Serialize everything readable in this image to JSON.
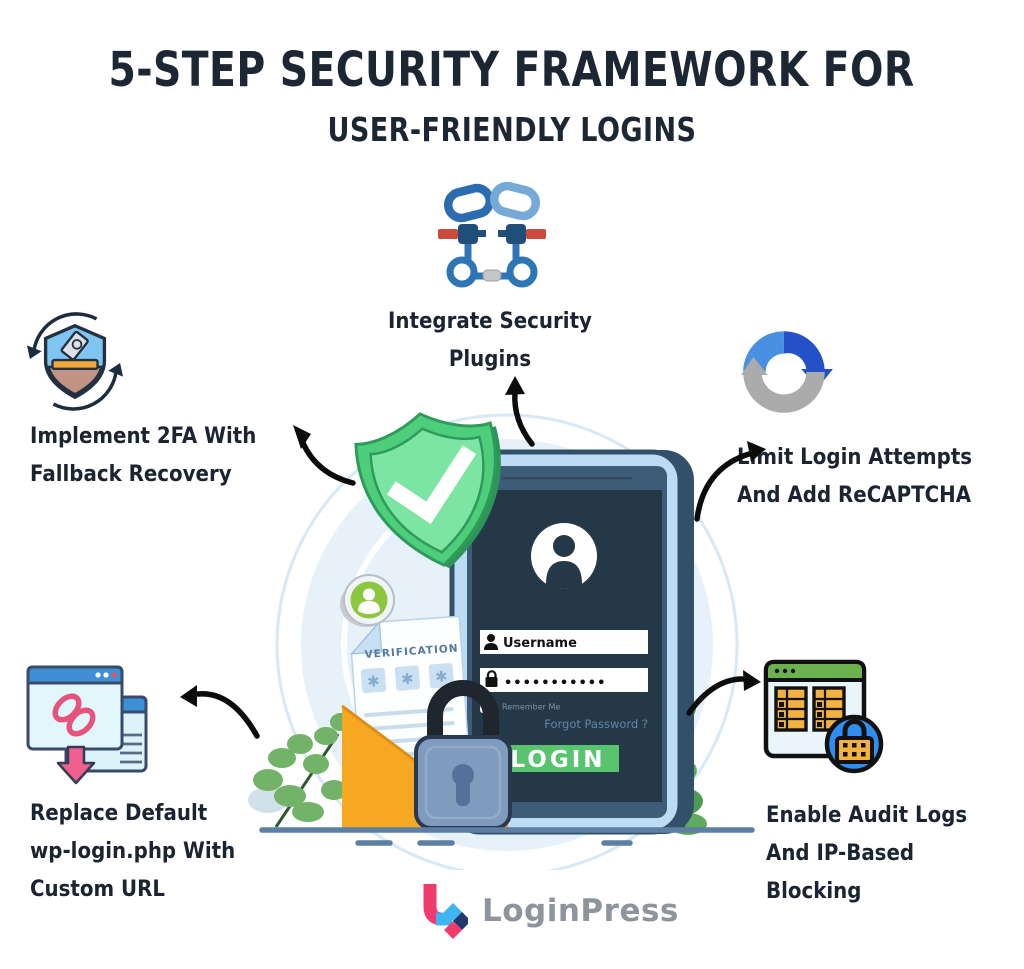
{
  "title": {
    "line1": "5-STEP SECURITY FRAMEWORK FOR",
    "line2": "USER-FRIENDLY LOGINS"
  },
  "steps": {
    "integrate": {
      "line1": "Integrate Security",
      "line2": "Plugins",
      "icon": "security-plugins-chain-icon"
    },
    "twofa": {
      "line1": "Implement 2FA With",
      "line2": "Fallback Recovery",
      "icon": "2fa-shield-icon"
    },
    "recaptcha": {
      "line1": "Limit Login Attempts",
      "line2": "And Add ReCAPTCHA",
      "icon": "recaptcha-icon"
    },
    "custom_url": {
      "line1": "Replace Default",
      "line2": "wp-login.php With",
      "line3": "Custom URL",
      "icon": "browser-link-icon"
    },
    "audit": {
      "line1": "Enable Audit Logs",
      "line2": "And IP-Based",
      "line3": "Blocking",
      "icon": "audit-log-lock-icon"
    }
  },
  "illustration": {
    "phone": {
      "username_placeholder": "Username",
      "password_dots": "•••••••••••",
      "remember_label": "Remember Me",
      "forgot_label": "Forgot Password ?",
      "login_label": "LOGIN"
    },
    "document_label": "VERIFICATION",
    "asterisk": "✱"
  },
  "footer": {
    "brand": "LoginPress"
  },
  "colors": {
    "title_text": "#1d2733",
    "shield_green": "#4ecd7b",
    "shield_inner_green": "#7de5a4",
    "phone_frame": "#bcdcf4",
    "phone_screen": "#253848",
    "login_button_green": "#58c46e",
    "envelope_orange": "#f7a823",
    "padlock_blue": "#7f9cbe",
    "ground_line": "#5c7fa3",
    "logo_pink": "#f23b6d",
    "logo_blue": "#3db6f2",
    "logo_navy": "#23386b"
  }
}
